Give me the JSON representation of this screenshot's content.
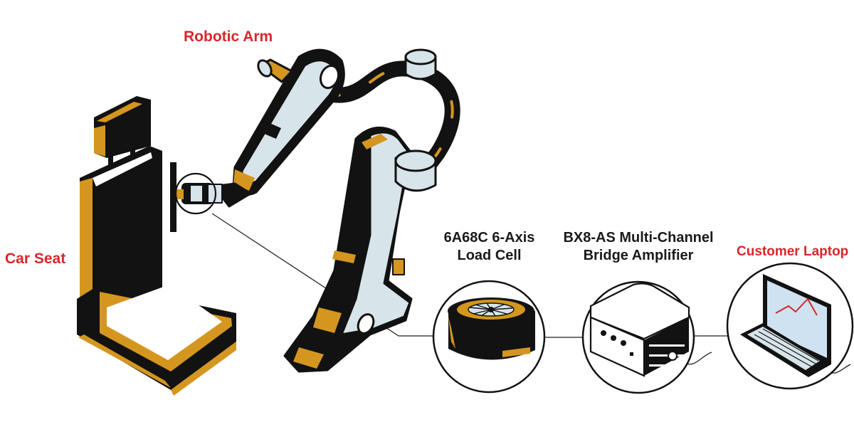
{
  "colors": {
    "accent_red": "#d9262b",
    "mustard": "#d4961f",
    "ink": "#121212",
    "light_blue": "#d7e4ea",
    "screen_blue": "#cfe2f2"
  },
  "labels": {
    "robotic_arm": "Robotic Arm",
    "car_seat": "Car Seat",
    "load_cell_line1": "6A68C 6-Axis",
    "load_cell_line2": "Load Cell",
    "amplifier_line1": "BX8-AS Multi-Channel",
    "amplifier_line2": "Bridge Amplifier",
    "laptop": "Customer Laptop"
  },
  "components": [
    {
      "name": "Car Seat",
      "icon": "car-seat-icon"
    },
    {
      "name": "Robotic Arm",
      "icon": "robotic-arm-icon"
    },
    {
      "name": "6A68C 6-Axis Load Cell",
      "icon": "load-cell-icon"
    },
    {
      "name": "BX8-AS Multi-Channel Bridge Amplifier",
      "icon": "amplifier-icon"
    },
    {
      "name": "Customer Laptop",
      "icon": "laptop-icon"
    }
  ]
}
